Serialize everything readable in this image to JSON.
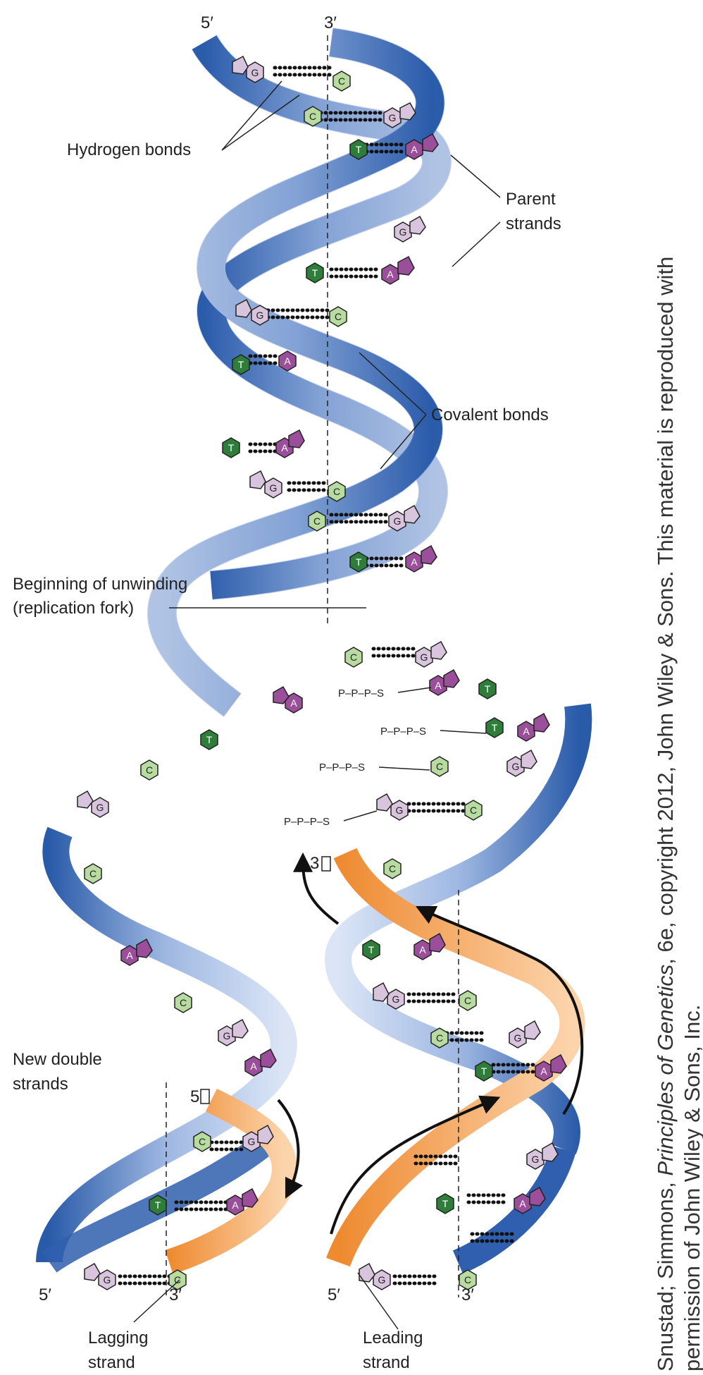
{
  "labels": {
    "hydrogen_bonds": "Hydrogen bonds",
    "parent_line1": "Parent",
    "parent_line2": "strands",
    "covalent_bonds": "Covalent bonds",
    "unwinding_line1": "Beginning of unwinding",
    "unwinding_line2": "(replication fork)",
    "new_double_line1": "New double",
    "new_double_line2": "strands",
    "lagging_line1": "Lagging",
    "lagging_line2": "strand",
    "leading_line1": "Leading",
    "leading_line2": "strand"
  },
  "ends": {
    "top_left": "5′",
    "top_right": "3′",
    "bottom_left_5": "5′",
    "bottom_left_3": "3′",
    "bottom_right_5": "5′",
    "bottom_right_3": "3′",
    "lagging_5": "5",
    "leading_3": "3"
  },
  "nucleotides": {
    "triphosphate_1": "P–P–P–S",
    "triphosphate_2": "P–P–P–S",
    "triphosphate_3": "P–P–P–S",
    "triphosphate_4": "P–P–P–S"
  },
  "bases": {
    "adenine": "A",
    "thymine": "T",
    "guanine": "G",
    "cytosine": "C"
  },
  "colors": {
    "parent_strand_dark": "#2f5fae",
    "parent_strand_light": "#c8d6f0",
    "new_strand": "#f39a4a",
    "adenine": "#9b4f9b",
    "thymine": "#2e7d3a",
    "guanine": "#d9c4dd",
    "cytosine": "#b8dba0"
  },
  "credit": {
    "line1_prefix": "Snustad; Simmons, ",
    "line1_title": "Principles of Genetics",
    "line1_suffix": ", 6e, copyright 2012, John Wiley & Sons. This material is reproduced with",
    "line2": "permission of John Wiley & Sons, Inc."
  }
}
